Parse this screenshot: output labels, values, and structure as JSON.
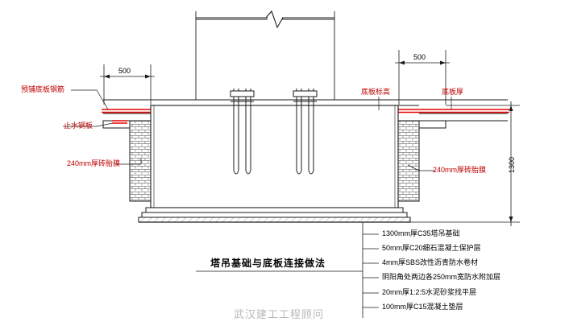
{
  "title": "塔吊基础与底板连接做法",
  "watermark": "武汉建工工程顾问",
  "dimensions": {
    "left_500": "500",
    "right_500": "500",
    "height_1300": "1300"
  },
  "annotations": {
    "rebar": "预铺底板钢筋",
    "waterstop": "止水钢板",
    "brick_left": "240mm厚砖胎膜",
    "brick_right": "240mm厚砖胎膜",
    "slab_elev": "底板标高",
    "slab_thick": "底板厚"
  },
  "legend": [
    "1300mm厚C35塔吊基础",
    "50mm厚C20细石混凝土保护层",
    "4mm厚SBS改性沥青防水卷材",
    "阴阳角处两边各250mm宽防水附加层",
    "20mm厚1:2:5水泥砂浆找平层",
    "100mm厚C15混凝土垫层"
  ],
  "colors": {
    "line": "#1a1a1a",
    "red": "#e30000",
    "hatch": "#555555",
    "watermark": "#b8b8b8"
  }
}
